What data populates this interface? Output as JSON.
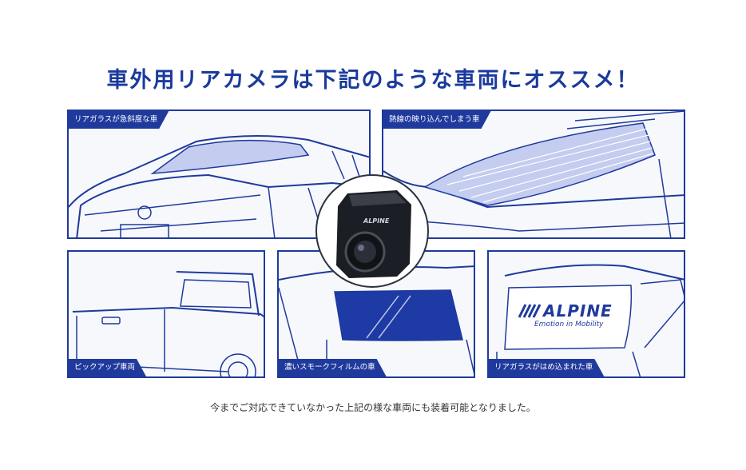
{
  "title": "車外用リアカメラは下記のような車両にオススメ！",
  "panels": {
    "p1": "リアガラスが急斜度な車",
    "p2": "熱線の映り込んでしまう車",
    "p3": "ピックアップ車両",
    "p4": "濃いスモークフィルムの車",
    "p5": "リアガラスがはめ込まれた車"
  },
  "camera_brand": "ALPINE",
  "glass_logo": {
    "brand": "ALPINE",
    "slogan": "Emotion in Mobility"
  },
  "caption": "今までご対応できていなかった上記の様な車両にも装着可能となりました。",
  "colors": {
    "brand_blue": "#1f3a9c",
    "glass_fill": "#bfc8ee",
    "tint_dark": "#1e3aa5"
  }
}
